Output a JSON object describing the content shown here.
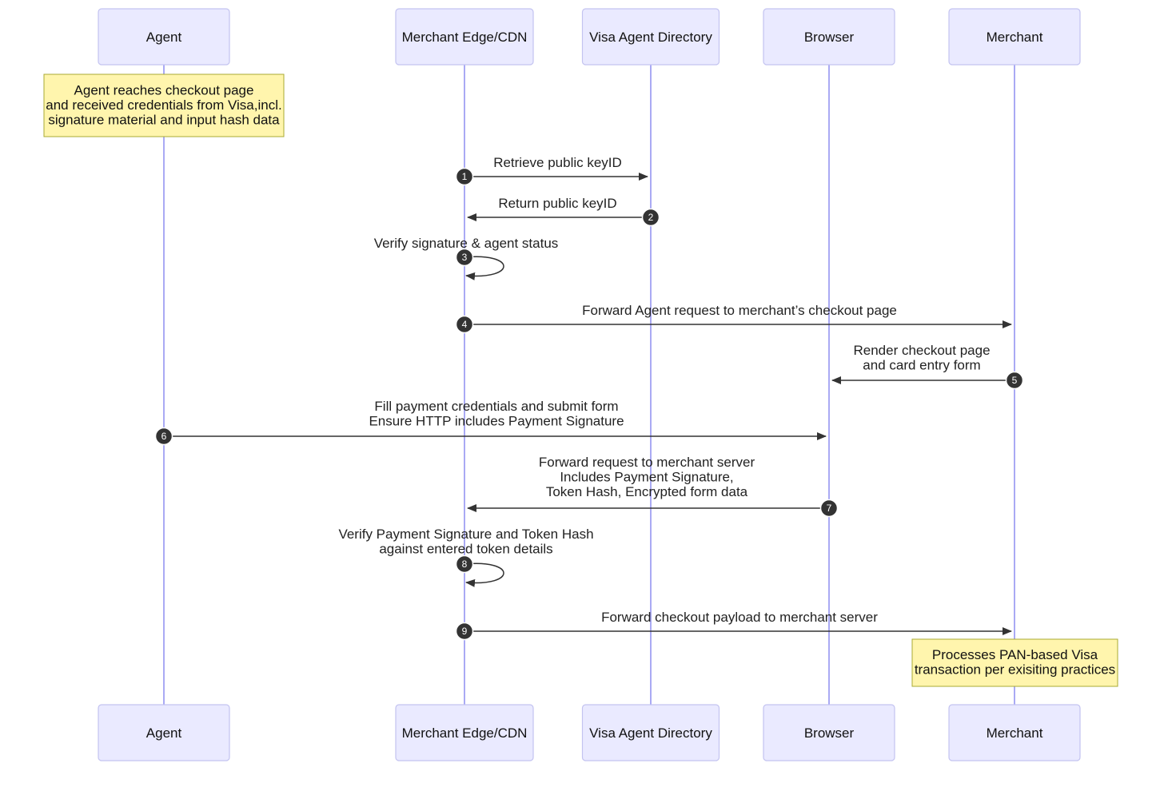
{
  "diagram": {
    "type": "sequence",
    "participants": [
      {
        "id": "agent",
        "label": "Agent"
      },
      {
        "id": "edge",
        "label": "Merchant Edge/CDN"
      },
      {
        "id": "visa",
        "label": "Visa Agent Directory"
      },
      {
        "id": "browser",
        "label": "Browser"
      },
      {
        "id": "merchant",
        "label": "Merchant"
      }
    ],
    "notes": [
      {
        "over": "agent",
        "lines": [
          "Agent reaches checkout page",
          "and received credentials from Visa,incl.",
          "signature material and input hash data"
        ]
      },
      {
        "over": "merchant",
        "lines": [
          "Processes PAN-based Visa",
          "transaction per exisiting practices"
        ]
      }
    ],
    "messages": [
      {
        "n": "1",
        "from": "edge",
        "to": "visa",
        "lines": [
          "Retrieve public keyID"
        ]
      },
      {
        "n": "2",
        "from": "visa",
        "to": "edge",
        "lines": [
          "Return public keyID"
        ]
      },
      {
        "n": "3",
        "from": "edge",
        "to": "edge",
        "lines": [
          "Verify signature & agent status"
        ]
      },
      {
        "n": "4",
        "from": "edge",
        "to": "merchant",
        "lines": [
          "Forward Agent request to merchant’s checkout page"
        ]
      },
      {
        "n": "5",
        "from": "merchant",
        "to": "browser",
        "lines": [
          "Render checkout page",
          "and card entry form"
        ]
      },
      {
        "n": "6",
        "from": "agent",
        "to": "browser",
        "lines": [
          "Fill payment credentials and submit form",
          "Ensure HTTP includes Payment Signature"
        ]
      },
      {
        "n": "7",
        "from": "browser",
        "to": "edge",
        "lines": [
          "Forward request to merchant server",
          "Includes Payment Signature,",
          "Token Hash, Encrypted form data"
        ]
      },
      {
        "n": "8",
        "from": "edge",
        "to": "edge",
        "lines": [
          "Verify Payment Signature and Token Hash",
          "against entered token details"
        ]
      },
      {
        "n": "9",
        "from": "edge",
        "to": "merchant",
        "lines": [
          "Forward checkout payload to merchant server"
        ]
      }
    ]
  }
}
